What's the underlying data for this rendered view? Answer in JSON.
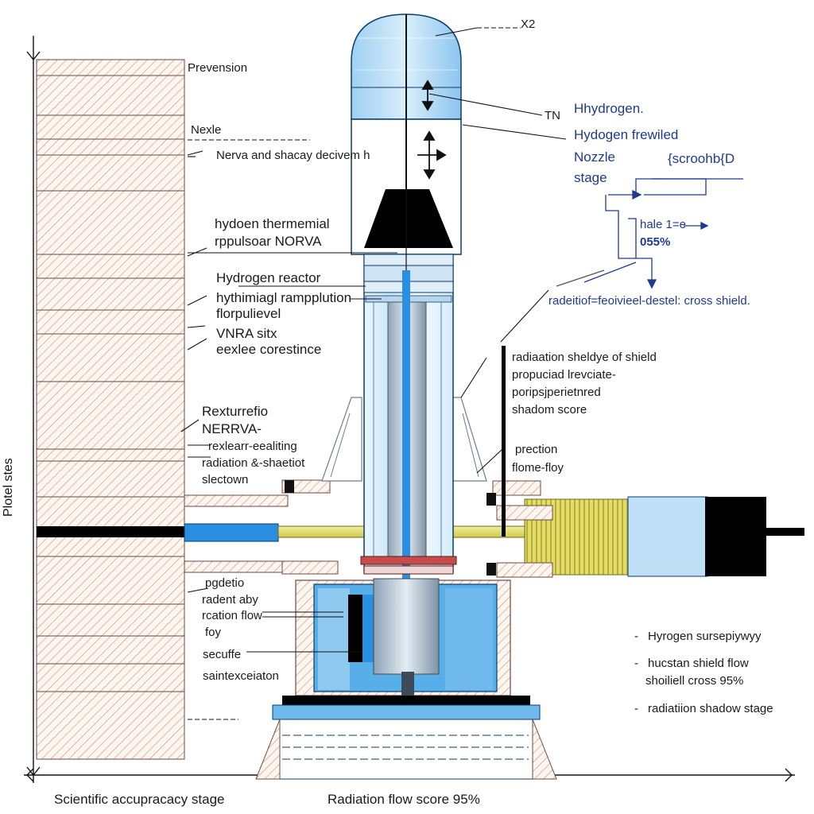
{
  "labels": {
    "top_right_x2": "X2",
    "tn": "TN",
    "prevension": "Prevension",
    "nexle": "Nexle",
    "nerva_shadow": "Nerva and shacay decivem h",
    "hydrogen_thermal_1": "hydoen thermemial",
    "hydrogen_thermal_2": "rppulsoar NORVA",
    "hydrogen_reactor": "Hydrogen reactor",
    "hyth_1": "hythimiagl rampplution",
    "hyth_2": "florpulievel",
    "vnra": "VNRA sitx",
    "eexlee": "eexlee corestince",
    "rexturrefio": "Rexturrefio",
    "nerrva": "NERRVA-",
    "rexlearr": "rexlearr-eealiting",
    "radiation_sh": "radiation &-shaetiot",
    "slectown": "slectown",
    "left_vertical": "Plotel stes",
    "pgdetio": "pgdetio",
    "radent_aby": "radent aby",
    "rcation_flow": "rcation flow",
    "foy": "foy",
    "secuffe": "secuffe",
    "saintexceiaton": "saintexceiaton",
    "hydrogen_right": "Hhydrogen.",
    "hydrogen_freviled": "Hydogen frewiled",
    "nozzle": "Nozzle",
    "stage": "stage",
    "scroohb": "{scroohb{D",
    "hale": "hale 1=e",
    "pct_055": "055%",
    "radeitiof": "radeitiof=feoivieel-destel: cross shield.",
    "rad_shield_1": "radiaation sheldye of shield",
    "rad_shield_2": "propuciad lrevciate-",
    "rad_shield_3": "poripsjperietnred",
    "rad_shield_4": "shadom score",
    "prection": "prection",
    "flome_floy": "flome-floy",
    "legend_1": "Hyrogen sursepiywyy",
    "legend_2a": "hucstan shield flow",
    "legend_2b": "shoiliell cross 95%",
    "legend_3": "radiatiion shadow stage",
    "bottom_left": "Scientific accupracacy stage",
    "bottom_center": "Radiation flow score 95%"
  },
  "legend_dash": "-",
  "colors": {
    "blue_light": "#bfe0f7",
    "blue_mid": "#6fb9ec",
    "blue_deep": "#2a8fe0",
    "hatch": "#c07a6a",
    "yellow": "#e9e57a",
    "black": "#000000",
    "label_blue": "#1f3a93"
  }
}
